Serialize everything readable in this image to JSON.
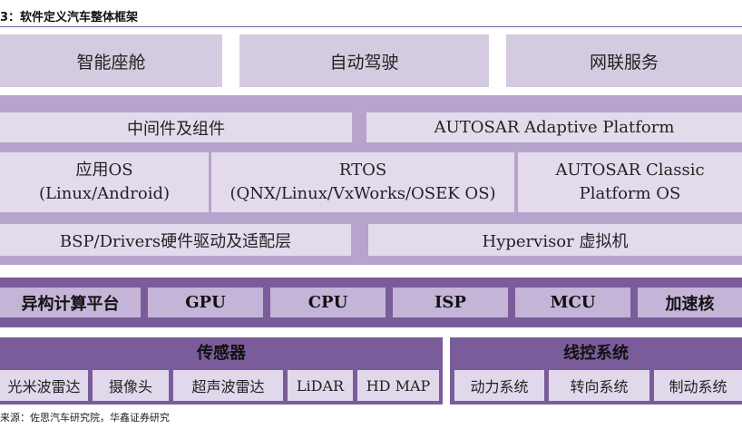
{
  "title": "3：软件定义汽车整体框架",
  "top_layer": [
    "智能座舱",
    "自动驾驶",
    "网联服务"
  ],
  "middle_layer": {
    "middleware": "中间件及组件",
    "autosar_adaptive": "AUTOSAR Adaptive Platform",
    "app_os": [
      "应用OS",
      "(Linux/Android)"
    ],
    "rtos": [
      "RTOS",
      "(QNX/Linux/VxWorks/OSEK OS)"
    ],
    "autosar_classic": [
      "AUTOSAR Classic",
      "Platform OS"
    ],
    "bsp": "BSP/Drivers硬件驱动及适配层",
    "hypervisor": "Hypervisor 虚拟机"
  },
  "hardware_layer": [
    "异构计算平台",
    "GPU",
    "CPU",
    "ISP",
    "MCU",
    "加速核"
  ],
  "sensors": {
    "title": "传感器",
    "items": [
      "光米波雷达",
      "摄像头",
      "超声波雷达",
      "LiDAR",
      "HD MAP"
    ]
  },
  "wire_control": {
    "title": "线控系统",
    "items": [
      "动力系统",
      "转向系统",
      "制动系统"
    ]
  },
  "source": "来源：佐思汽车研究院，华鑫证券研究"
}
